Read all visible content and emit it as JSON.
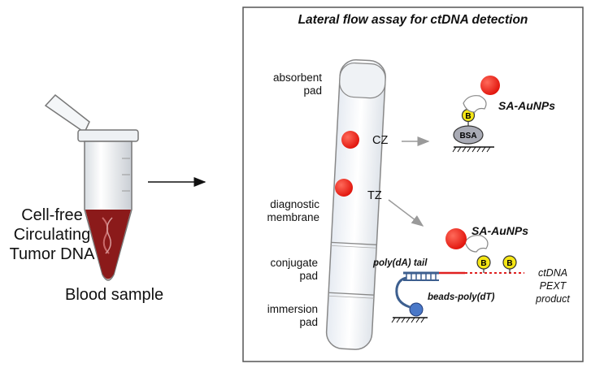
{
  "left": {
    "caption_lines": [
      "Cell-free",
      "Circulating",
      "Tumor DNA"
    ],
    "blood_sample_label": "Blood sample"
  },
  "panel": {
    "title": "Lateral flow assay for ctDNA detection",
    "strip_labels": {
      "absorbent_pad": [
        "absorbent",
        "pad"
      ],
      "diagnostic_membrane": [
        "diagnostic",
        "membrane"
      ],
      "conjugate_pad": [
        "conjugate",
        "pad"
      ],
      "immersion_pad": [
        "immersion",
        "pad"
      ]
    },
    "zones": {
      "control": "CZ",
      "test": "TZ"
    },
    "control_detail": {
      "particle_label": "SA-AuNPs",
      "biotin": "B",
      "protein": "BSA"
    },
    "test_detail": {
      "particle_label": "SA-AuNPs",
      "biotin": "B",
      "tail_label": "poly(dA) tail",
      "beads_label": "beads-poly(dT)",
      "product_lines": [
        "ctDNA",
        "PEXT",
        "product"
      ]
    }
  },
  "colors": {
    "gold_particle": "#ee1c12",
    "biotin": "#f5e614",
    "bsa": "#a9abb5",
    "bead": "#4a78c8",
    "blood": "#8b1a1a",
    "dna_strand": "#e02020"
  },
  "icons": [
    "microtube-icon",
    "arrow-right-icon",
    "test-strip-icon",
    "gold-nanoparticle-icon",
    "streptavidin-icon",
    "biotin-icon",
    "bsa-icon",
    "dna-duplex-icon",
    "bead-icon",
    "surface-icon"
  ]
}
